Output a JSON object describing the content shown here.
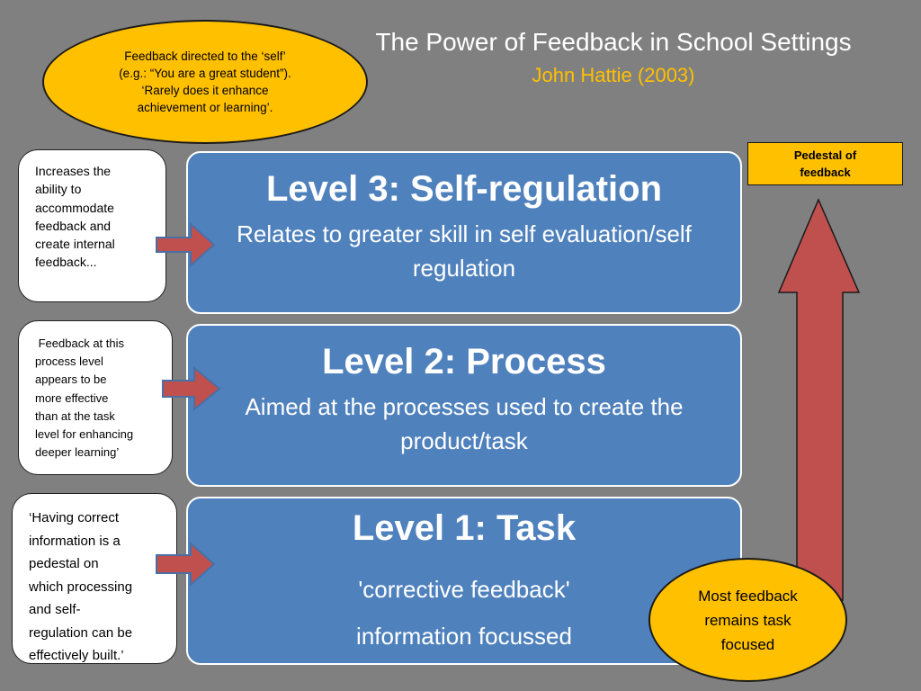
{
  "title": "The Power of Feedback in School Settings",
  "subtitle": "John Hattie (2003)",
  "self_oval": {
    "lines": [
      "Feedback directed to the ‘self’",
      "(e.g.: “You are a great student”).",
      "‘Rarely does it enhance",
      "achievement or learning’."
    ]
  },
  "pedestal_box": {
    "lines": [
      "Pedestal of",
      "feedback"
    ]
  },
  "task_oval": {
    "lines": [
      "Most feedback",
      "remains task",
      "focused"
    ]
  },
  "levels": [
    {
      "heading": "Level 3: Self-regulation",
      "description": "Relates to greater skill in self evaluation/self regulation"
    },
    {
      "heading": "Level 2: Process",
      "description": "Aimed at the processes used to create the product/task"
    },
    {
      "heading": "Level 1: Task",
      "description": "'corrective feedback'",
      "description2": "information focussed"
    }
  ],
  "notes": [
    {
      "lines": [
        "Increases the",
        "ability to",
        "accommodate",
        "feedback and",
        "create internal",
        "feedback..."
      ]
    },
    {
      "lines": [
        " Feedback at this",
        "process level",
        "appears to be",
        "more effective",
        "than at the task",
        "level for enhancing",
        "deeper learning’"
      ]
    },
    {
      "lines": [
        "‘Having correct",
        "information is a",
        "pedestal on",
        "which processing",
        "and self-",
        "regulation can be",
        "effectively built.’"
      ]
    }
  ],
  "colors": {
    "background": "#808080",
    "level_box": "#4f81bd",
    "highlight": "#ffc000",
    "arrow_fill": "#c0504d",
    "arrow_stroke": "#4a6fa5"
  }
}
